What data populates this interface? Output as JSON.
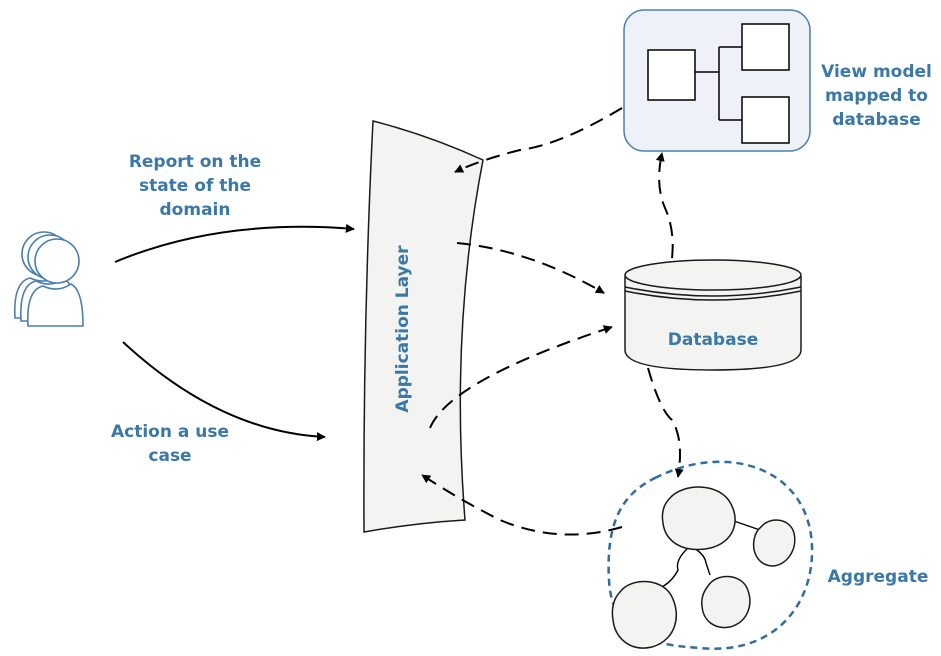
{
  "labels": {
    "report": "Report on the\nstate of the\ndomain",
    "action": "Action a use\ncase",
    "app_layer": "Application Layer",
    "database": "Database",
    "view_model": "View model\nmapped to\ndatabase",
    "aggregate": "Aggregate"
  },
  "colors": {
    "label_text": "#3a78a8",
    "view_model_border": "#4a7fb0",
    "aggregate_border": "#2f6da0",
    "shape_fill": "#f3f3f1",
    "user_icon": "#4a7fb0"
  },
  "icons": {
    "user": "users-icon"
  }
}
